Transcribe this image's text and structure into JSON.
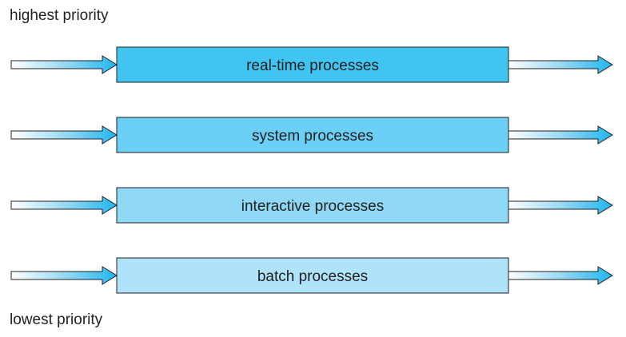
{
  "labels": {
    "top": "highest priority",
    "bottom": "lowest priority"
  },
  "queues": [
    {
      "label": "real-time processes",
      "fill": "#40c4f1"
    },
    {
      "label": "system processes",
      "fill": "#6ccff5"
    },
    {
      "label": "interactive processes",
      "fill": "#8fd9f7"
    },
    {
      "label": "batch processes",
      "fill": "#aee3f9"
    }
  ],
  "colors": {
    "arrow_head": "#1fb6ee",
    "outline": "#231f20"
  }
}
